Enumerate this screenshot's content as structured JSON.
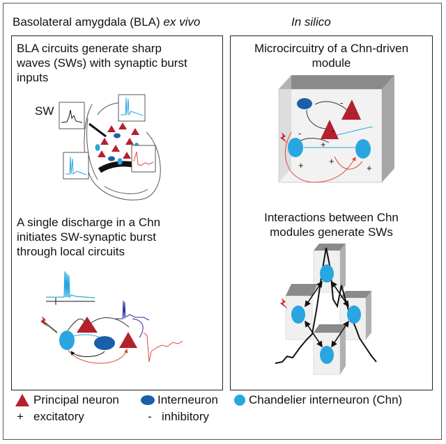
{
  "headers": {
    "left_title": "Basolateral amygdala (BLA)",
    "left_title_italic": "ex vivo",
    "right_title": "In silico"
  },
  "left_panel": {
    "top_text_lines": [
      "BLA circuits generate sharp",
      "waves (SWs) with synaptic burst",
      "inputs"
    ],
    "sw_label": "SW",
    "bottom_text_lines": [
      "A single discharge in a Chn",
      "initiates SW-synaptic burst",
      "through local circuits"
    ]
  },
  "right_panel": {
    "top_text_lines": [
      "Microcircuitry of a Chn-driven",
      "module"
    ],
    "bottom_text_lines": [
      "Interactions between Chn",
      "modules generate SWs"
    ],
    "signs": [
      "-",
      "-",
      "-",
      "+",
      "+",
      "+",
      "+"
    ]
  },
  "legend": {
    "principal": "Principal neuron",
    "interneuron": "Interneuron",
    "chandelier": "Chandelier interneuron (Chn)",
    "plus_symbol": "+",
    "excitatory": "excitatory",
    "minus_symbol": "-",
    "inhibitory": "inhibitory"
  },
  "colors": {
    "principal": "#b5202e",
    "interneuron": "#1b5faa",
    "chandelier": "#29a6e0",
    "excitatory_line": "#e0443e",
    "box_gray": "#8a8a8a"
  }
}
